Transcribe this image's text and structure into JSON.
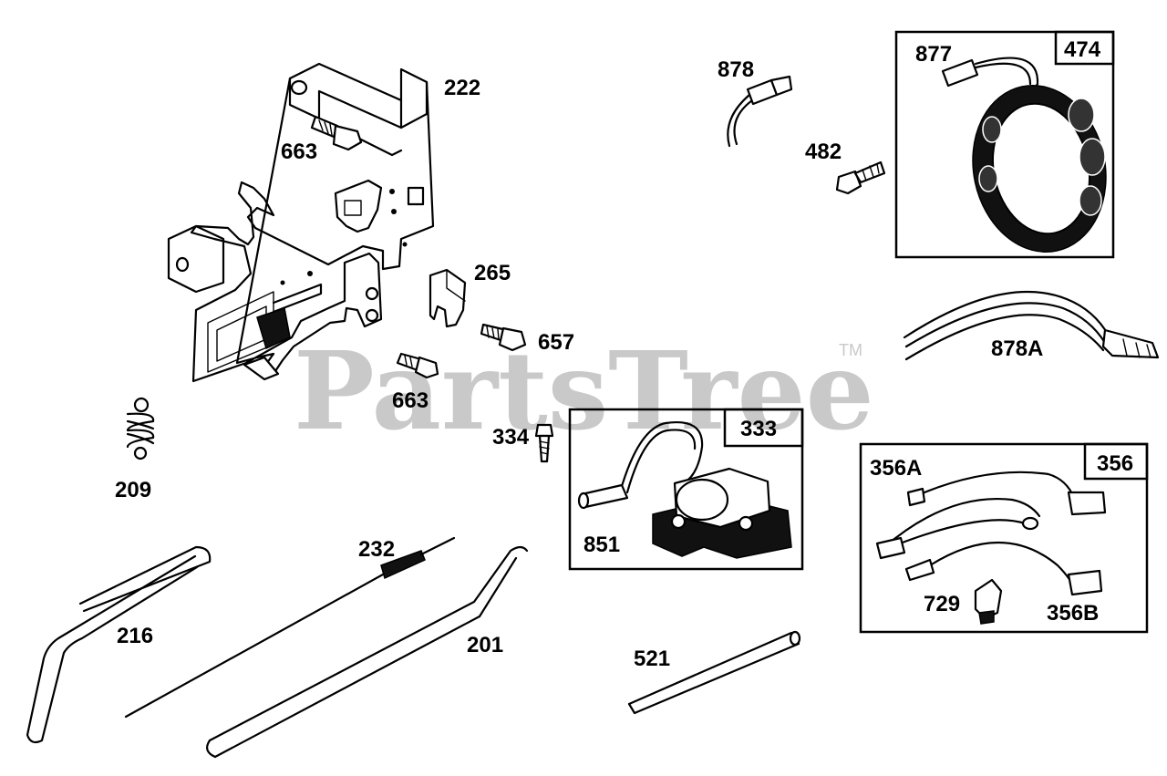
{
  "watermark": {
    "brand": "PartsTree",
    "trademark": "TM"
  },
  "callouts": {
    "c222": "222",
    "c663a": "663",
    "c663b": "663",
    "c265": "265",
    "c657": "657",
    "c209": "209",
    "c334": "334",
    "c216": "216",
    "c232": "232",
    "c201": "201",
    "c521": "521",
    "c878": "878",
    "c482": "482",
    "c878A": "878A",
    "c851": "851",
    "c356A": "356A",
    "c729": "729",
    "c356B": "356B"
  },
  "kits": {
    "k474": {
      "label": "474",
      "items": {
        "c877": "877"
      }
    },
    "k333": {
      "label": "333"
    },
    "k356": {
      "label": "356"
    }
  }
}
